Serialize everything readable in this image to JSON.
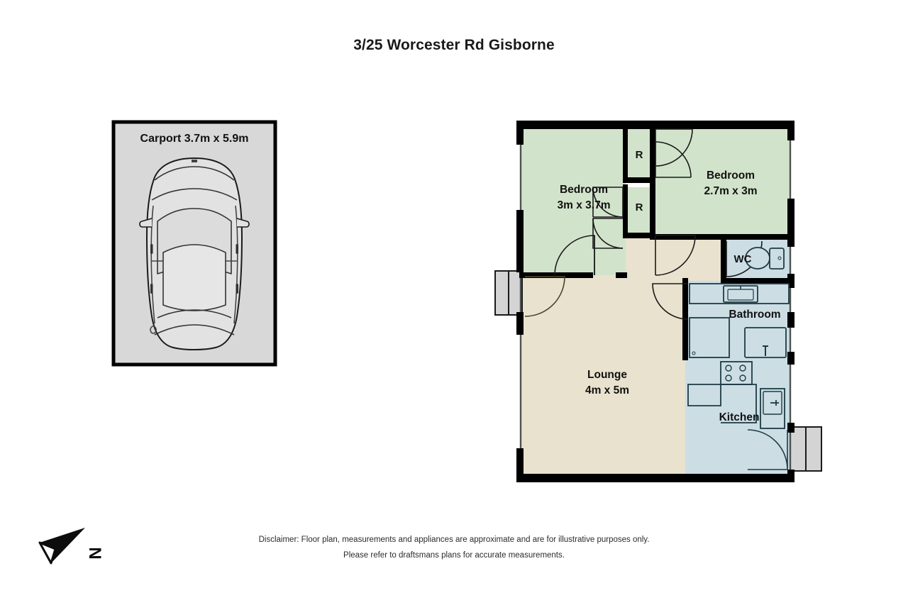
{
  "page": {
    "title": "3/25 Worcester Rd Gisborne",
    "background_color": "#ffffff"
  },
  "carport": {
    "label": "Carport 3.7m x 5.9m",
    "fill_color": "#d8d8d8",
    "border_color": "#000000",
    "vehicle_icon": "car-top-view-icon"
  },
  "compass": {
    "label": "N",
    "icon": "north-arrow-icon"
  },
  "colors": {
    "bedroom": "#d2e3cb",
    "lounge": "#e9e2ce",
    "wet_area": "#ccdde4",
    "hall": "#e9e2ce",
    "wall": "#000000",
    "window": "#4c5350",
    "deck": "#d4d4d4",
    "fixture_stroke": "#1d3b44"
  },
  "rooms": [
    {
      "id": "bedroom-1",
      "name": "Bedroom",
      "dimensions": "3m x 3.7m",
      "type": "bedroom"
    },
    {
      "id": "bedroom-2",
      "name": "Bedroom",
      "dimensions": "2.7m x 3m",
      "type": "bedroom"
    },
    {
      "id": "robe-1",
      "name": "R",
      "dimensions": "",
      "type": "robe"
    },
    {
      "id": "robe-2",
      "name": "R",
      "dimensions": "",
      "type": "robe"
    },
    {
      "id": "wc",
      "name": "WC",
      "dimensions": "",
      "type": "wet"
    },
    {
      "id": "bathroom",
      "name": "Bathroom",
      "dimensions": "",
      "type": "wet"
    },
    {
      "id": "kitchen",
      "name": "Kitchen",
      "dimensions": "",
      "type": "wet"
    },
    {
      "id": "lounge",
      "name": "Lounge",
      "dimensions": "4m x 5m",
      "type": "living"
    }
  ],
  "labels": {
    "bedroom1_name": "Bedroom",
    "bedroom1_dims": "3m x 3.7m",
    "bedroom2_name": "Bedroom",
    "bedroom2_dims": "2.7m x 3m",
    "robe1": "R",
    "robe2": "R",
    "wc": "WC",
    "bathroom": "Bathroom",
    "kitchen": "Kitchen",
    "lounge_name": "Lounge",
    "lounge_dims": "4m x 5m"
  },
  "fixtures": [
    {
      "name": "toilet-fixture",
      "room": "wc"
    },
    {
      "name": "vanity-basin-fixture",
      "room": "bathroom"
    },
    {
      "name": "shower-fixture",
      "room": "bathroom"
    },
    {
      "name": "bathtub-fixture",
      "room": "bathroom"
    },
    {
      "name": "cooktop-fixture",
      "room": "kitchen"
    },
    {
      "name": "sink-fixture",
      "room": "kitchen"
    },
    {
      "name": "bench-fixture",
      "room": "kitchen"
    }
  ],
  "disclaimer": {
    "line1": "Disclaimer: Floor plan, measurements and appliances are approximate and are for illustrative purposes only.",
    "line2": "Please refer to draftsmans plans for accurate measurements."
  }
}
